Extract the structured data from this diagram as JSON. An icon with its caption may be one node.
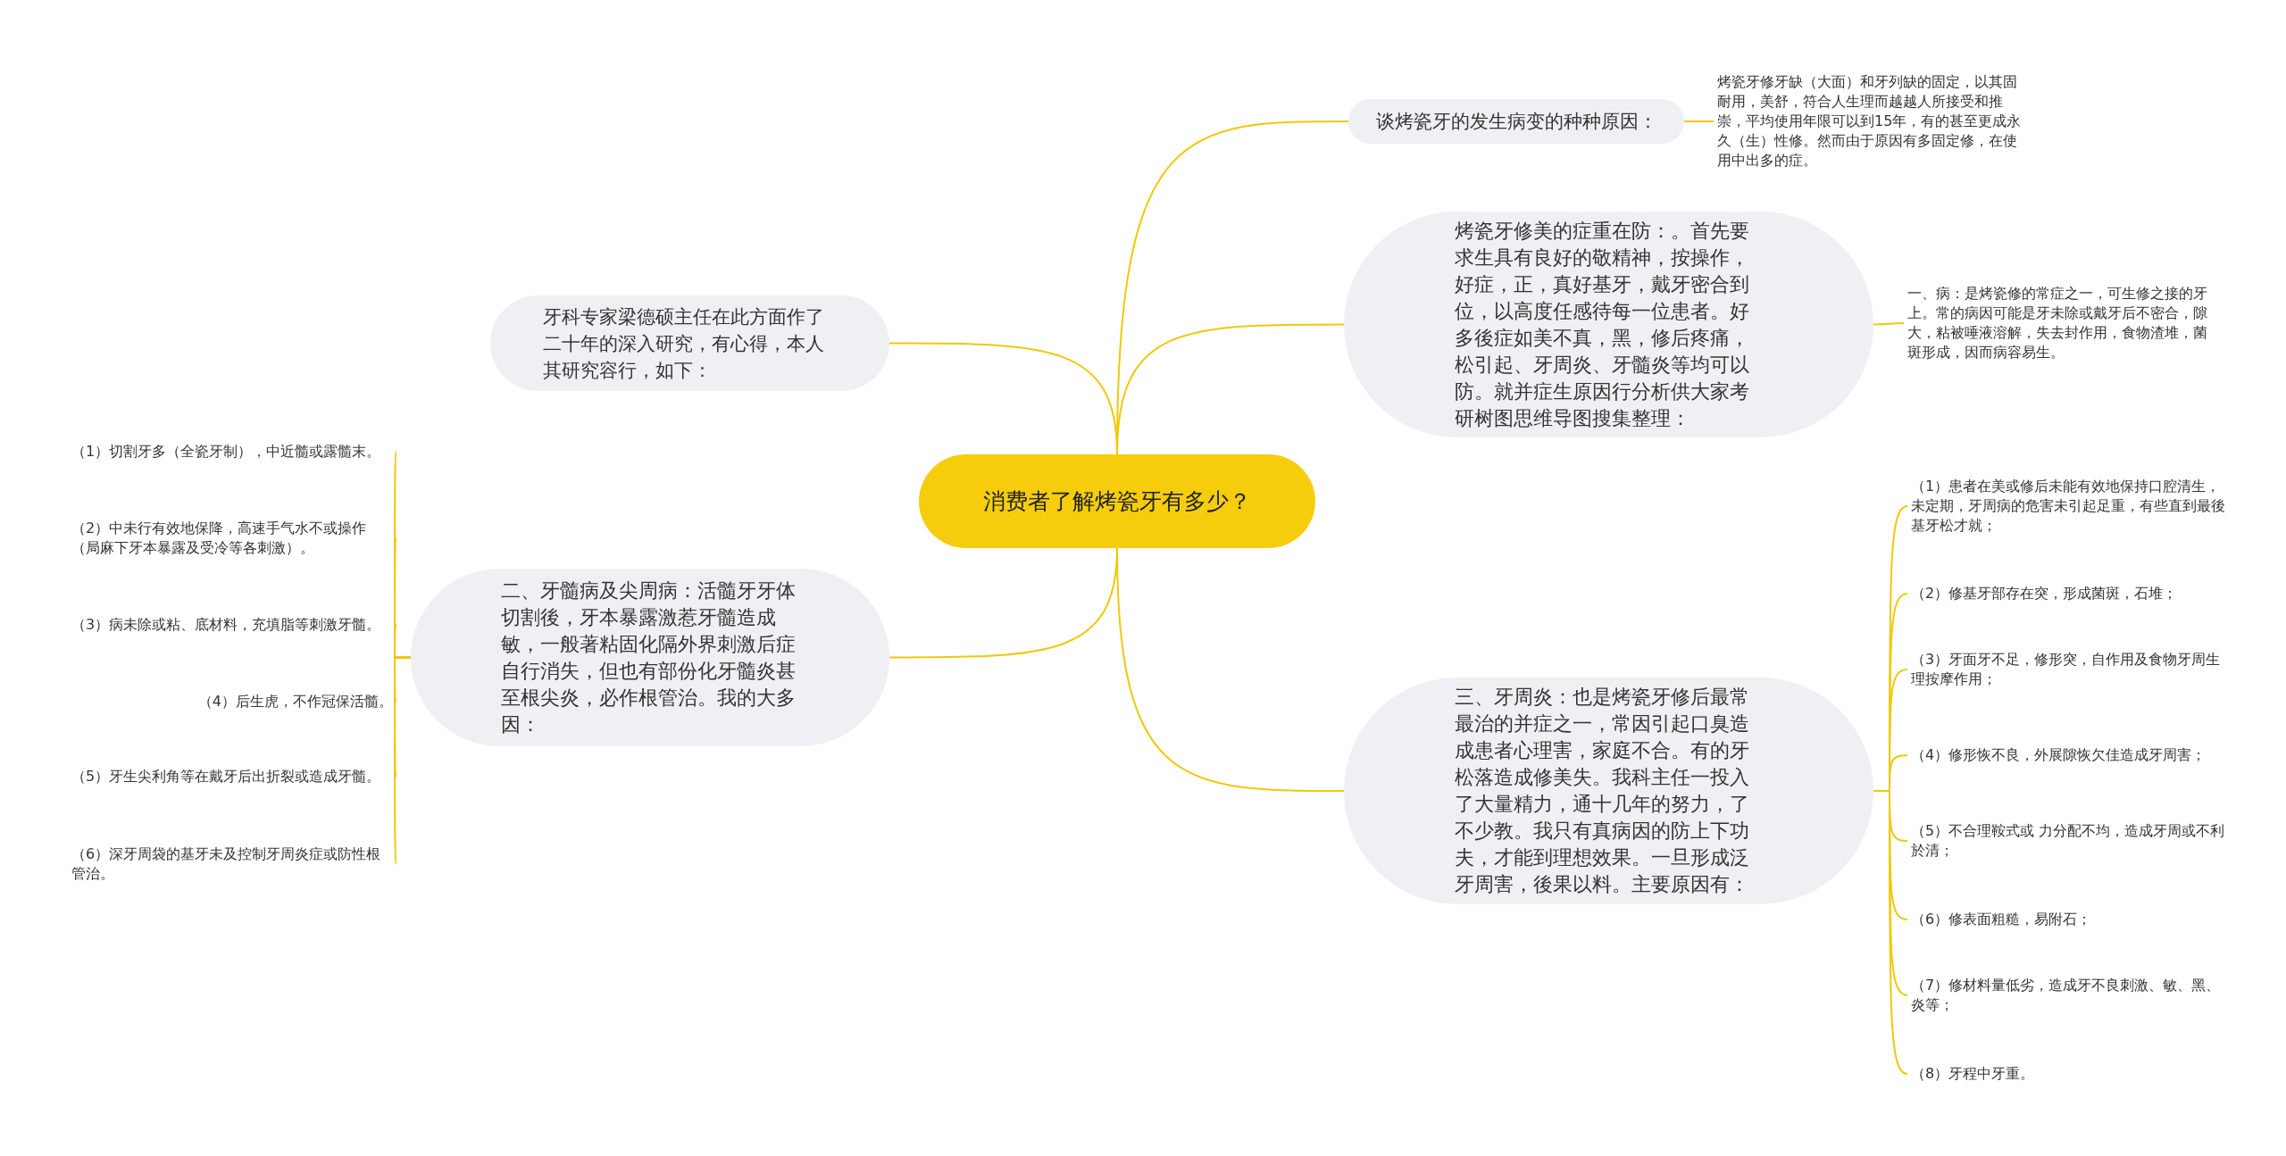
{
  "diagram": {
    "nodes": [
      {
        "text": [
          "消费者了解烤瓷牙有多少？"
        ]
      },
      {
        "text": [
          "谈烤瓷牙的发生病变的种种原因："
        ]
      },
      {
        "text": [
          "烤瓷牙修牙缺（大面）和牙列缺的固定，以其固耐用，美舒，符合人生理而越越人所接受和推崇，平均使用年限可以到15年，有的甚至更成永久（生）性修。然而由于原因有多固定修，在使用中出多的症。"
        ]
      },
      {
        "text": [
          "烤瓷牙修美的症重在防：。首先要求生具有良好的敬精神，按操作，好症，正，真好基牙，戴牙密合到位，以高度任感待每一位患者。好多後症如美不真，黑，修后疼痛，松引起、牙周炎、牙髓炎等均可以防。就并症生原因行分析供大家考研树图思维导图搜集整理："
        ]
      },
      {
        "text": [
          "一、病：是烤瓷修的常症之一，可生修之接的牙上。常的病因可能是牙未除或戴牙后不密合，隙大，粘被唾液溶解，失去封作用，食物渣堆，菌斑形成，因而病容易生。"
        ]
      },
      {
        "text": [
          "三、牙周炎：也是烤瓷牙修后最常最治的并症之一，常因引起口臭造成患者心理害，家庭不合。有的牙松落造成修美失。我科主任一投入了大量精力，通十几年的努力，了不少教。我只有真病因的防上下功夫，才能到理想效果。一旦形成泛牙周害，後果以料。主要原因有："
        ]
      },
      {
        "text": [
          "（1）患者在美或修后未能有效地保持口腔清生，未定期，牙周病的危害未引起足重，有些直到最後基牙松才就；"
        ]
      },
      {
        "text": [
          "（2）修基牙部存在突，形成菌斑，石堆；"
        ]
      },
      {
        "text": [
          "（3）牙面牙不足，修形突，自作用及食物牙周生理按摩作用；"
        ]
      },
      {
        "text": [
          "（4）修形恢不良，外展隙恢欠佳造成牙周害；"
        ]
      },
      {
        "text": [
          "（5）不合理鞍式或 力分配不均，造成牙周或不利於清；"
        ]
      },
      {
        "text": [
          "（6）修表面粗糙，易附石；"
        ]
      },
      {
        "text": [
          "（7）修材料量低劣，造成牙不良刺激、敏、黑、炎等；"
        ]
      },
      {
        "text": [
          "（8）牙程中牙重。"
        ]
      },
      {
        "text": [
          "牙科专家梁德硕主任在此方面作了二十年的深入研究，有心得，本人其研究容行，如下："
        ]
      },
      {
        "text": [
          "二、牙髓病及尖周病：活髓牙牙体切割後，牙本暴露激惹牙髓造成敏，一般著粘固化隔外界刺激后症自行消失，但也有部份化牙髓炎甚至根尖炎，必作根管治。我的大多因："
        ]
      },
      {
        "text": [
          "（1）切割牙多（全瓷牙制），中近髓或露髓末。"
        ]
      },
      {
        "text": [
          "（2）中未行有效地保降，高速手气水不或操作（局麻下牙本暴露及受冷等各刺激）。"
        ]
      },
      {
        "text": [
          "（3）病未除或粘、底材料，充填脂等刺激牙髓。"
        ]
      },
      {
        "text": [
          "（4）后生虎，不作冠保活髓。"
        ]
      },
      {
        "text": [
          "（5）牙生尖利角等在戴牙后出折裂或造成牙髓。"
        ]
      },
      {
        "text": [
          "（6）深牙周袋的基牙未及控制牙周炎症或防性根管治。"
        ]
      }
    ],
    "edges": [
      {
        "from": 0,
        "to": 1,
        "arrow": "none"
      },
      {
        "from": 1,
        "to": 2,
        "arrow": "none"
      },
      {
        "from": 0,
        "to": 3,
        "arrow": "none"
      },
      {
        "from": 3,
        "to": 4,
        "arrow": "none"
      },
      {
        "from": 0,
        "to": 5,
        "arrow": "none"
      },
      {
        "from": 5,
        "to": 6,
        "arrow": "none"
      },
      {
        "from": 5,
        "to": 7,
        "arrow": "none"
      },
      {
        "from": 5,
        "to": 8,
        "arrow": "none"
      },
      {
        "from": 5,
        "to": 9,
        "arrow": "none"
      },
      {
        "from": 5,
        "to": 10,
        "arrow": "none"
      },
      {
        "from": 5,
        "to": 11,
        "arrow": "none"
      },
      {
        "from": 5,
        "to": 12,
        "arrow": "none"
      },
      {
        "from": 5,
        "to": 13,
        "arrow": "none"
      },
      {
        "from": 0,
        "to": 14,
        "arrow": "none"
      },
      {
        "from": 0,
        "to": 15,
        "arrow": "none"
      },
      {
        "from": 15,
        "to": 16,
        "arrow": "none"
      },
      {
        "from": 15,
        "to": 17,
        "arrow": "none"
      },
      {
        "from": 15,
        "to": 18,
        "arrow": "none"
      },
      {
        "from": 15,
        "to": 19,
        "arrow": "none"
      },
      {
        "from": 15,
        "to": 20,
        "arrow": "none"
      },
      {
        "from": 15,
        "to": 21,
        "arrow": "none"
      }
    ]
  }
}
